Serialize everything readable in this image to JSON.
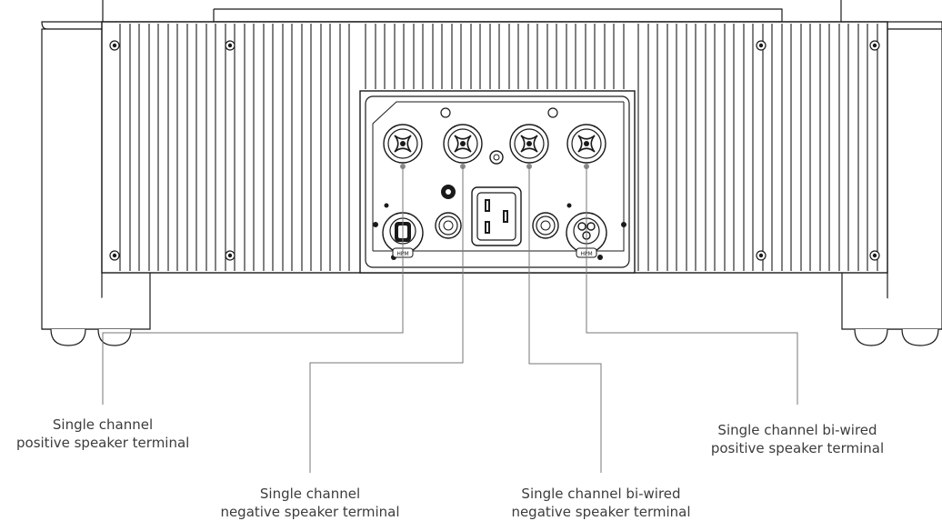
{
  "labels": {
    "single_positive": {
      "line1": "Single channel",
      "line2": "positive speaker terminal"
    },
    "single_negative": {
      "line1": "Single channel",
      "line2": "negative speaker terminal"
    },
    "biwired_negative": {
      "line1": "Single channel bi-wired",
      "line2": "negative speaker terminal"
    },
    "biwired_positive": {
      "line1": "Single channel bi-wired",
      "line2": "positive speaker terminal"
    }
  },
  "xlr_markings": {
    "left": "HPM",
    "right": "HPM"
  },
  "colors": {
    "line": "#1a1a1a",
    "leader": "#777777",
    "text": "#3c3c3c",
    "connector_dot": "#8a8a8a"
  },
  "icons": {
    "terminal": "binding-post-icon",
    "xlr": "xlr-connector-icon",
    "rca": "rca-jack-icon",
    "iec": "iec-power-inlet-icon"
  }
}
